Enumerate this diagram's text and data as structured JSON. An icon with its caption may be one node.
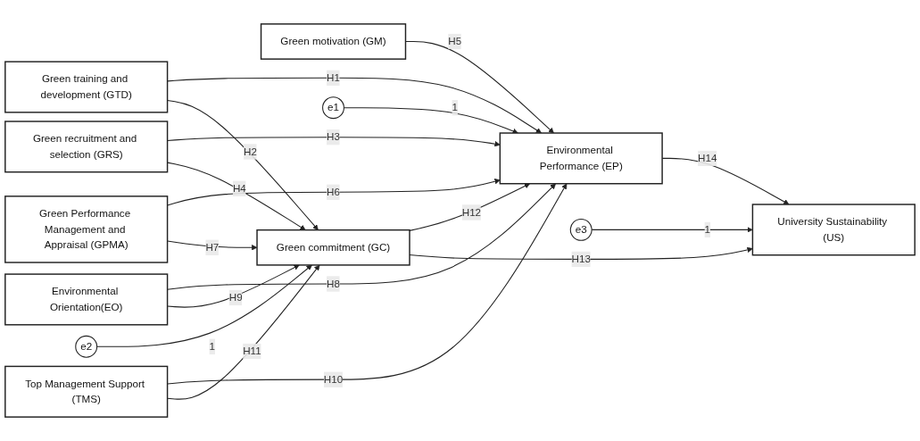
{
  "diagram": {
    "nodes": [
      {
        "text": [
          "Green training and development (GTD)"
        ]
      },
      {
        "text": [
          "Green recruitment and selection (GRS)"
        ]
      },
      {
        "text": [
          "Green motivation (GM)"
        ]
      },
      {
        "text": [
          "Green Performance Management and Appraisal (GPMA)"
        ]
      },
      {
        "text": [
          "Environmental Orientation(EO)"
        ]
      },
      {
        "text": [
          "Top Management Support (TMS)"
        ]
      },
      {
        "text": [
          "Environmental Performance (EP)"
        ]
      },
      {
        "text": [
          "Green commitment (GC)"
        ]
      },
      {
        "text": [
          "University Sustainability (US)"
        ]
      },
      {
        "text": [
          "e1"
        ]
      },
      {
        "text": [
          "e2"
        ]
      },
      {
        "text": [
          "e3"
        ]
      }
    ],
    "edges": [
      {
        "from": 0,
        "to": 6,
        "arrow": "to",
        "label": "H1"
      },
      {
        "from": 0,
        "to": 7,
        "arrow": "to",
        "label": "H2"
      },
      {
        "from": 1,
        "to": 6,
        "arrow": "to",
        "label": "H3"
      },
      {
        "from": 1,
        "to": 7,
        "arrow": "to",
        "label": "H4"
      },
      {
        "from": 2,
        "to": 6,
        "arrow": "to",
        "label": "H5"
      },
      {
        "from": 3,
        "to": 6,
        "arrow": "to",
        "label": "H6"
      },
      {
        "from": 3,
        "to": 7,
        "arrow": "to",
        "label": "H7"
      },
      {
        "from": 4,
        "to": 6,
        "arrow": "to",
        "label": "H8"
      },
      {
        "from": 4,
        "to": 7,
        "arrow": "to",
        "label": "H9"
      },
      {
        "from": 5,
        "to": 6,
        "arrow": "to",
        "label": "H10"
      },
      {
        "from": 5,
        "to": 7,
        "arrow": "to",
        "label": "H11"
      },
      {
        "from": 7,
        "to": 6,
        "arrow": "to",
        "label": "H12"
      },
      {
        "from": 7,
        "to": 8,
        "arrow": "to",
        "label": "H13"
      },
      {
        "from": 6,
        "to": 8,
        "arrow": "to",
        "label": "H14"
      },
      {
        "from": 9,
        "to": 6,
        "arrow": "to",
        "label": "1"
      },
      {
        "from": 10,
        "to": 7,
        "arrow": "to",
        "label": "1"
      },
      {
        "from": 11,
        "to": 8,
        "arrow": "to",
        "label": "1"
      }
    ]
  }
}
